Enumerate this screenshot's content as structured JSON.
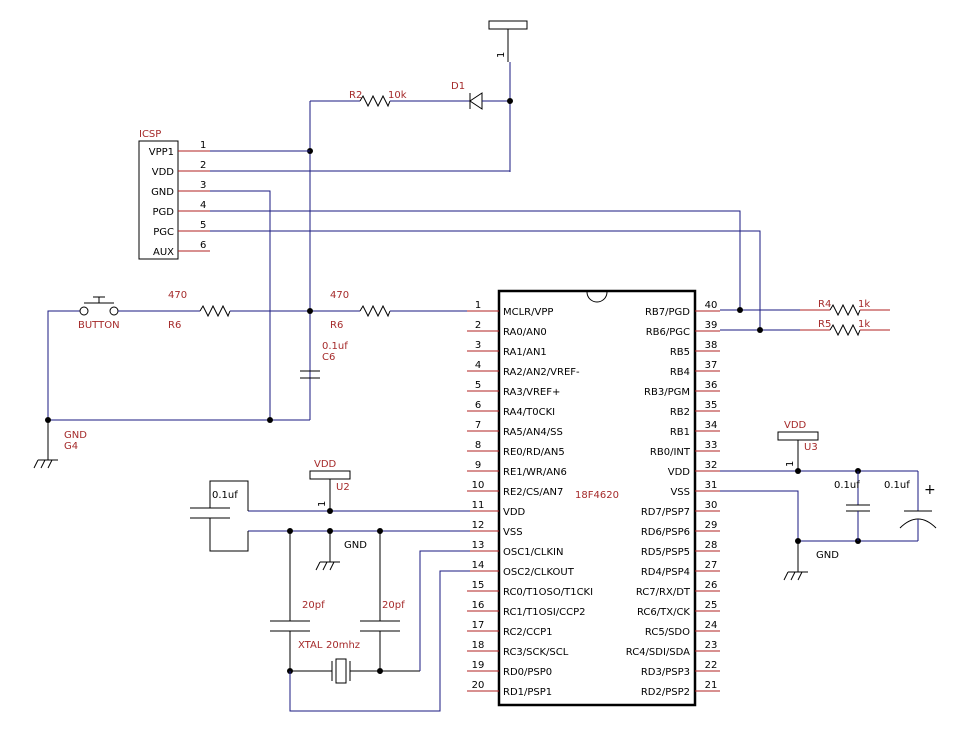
{
  "ic": {
    "part": "18F4620",
    "left_pins": [
      {
        "num": "1",
        "name": "MCLR/VPP"
      },
      {
        "num": "2",
        "name": "RA0/AN0"
      },
      {
        "num": "3",
        "name": "RA1/AN1"
      },
      {
        "num": "4",
        "name": "RA2/AN2/VREF-"
      },
      {
        "num": "5",
        "name": "RA3/VREF+"
      },
      {
        "num": "6",
        "name": "RA4/T0CKI"
      },
      {
        "num": "7",
        "name": "RA5/AN4/SS"
      },
      {
        "num": "8",
        "name": "RE0/RD/AN5"
      },
      {
        "num": "9",
        "name": "RE1/WR/AN6"
      },
      {
        "num": "10",
        "name": "RE2/CS/AN7"
      },
      {
        "num": "11",
        "name": "VDD"
      },
      {
        "num": "12",
        "name": "VSS"
      },
      {
        "num": "13",
        "name": "OSC1/CLKIN"
      },
      {
        "num": "14",
        "name": "OSC2/CLKOUT"
      },
      {
        "num": "15",
        "name": "RC0/T1OSO/T1CKI"
      },
      {
        "num": "16",
        "name": "RC1/T1OSI/CCP2"
      },
      {
        "num": "17",
        "name": "RC2/CCP1"
      },
      {
        "num": "18",
        "name": "RC3/SCK/SCL"
      },
      {
        "num": "19",
        "name": "RD0/PSP0"
      },
      {
        "num": "20",
        "name": "RD1/PSP1"
      }
    ],
    "right_pins": [
      {
        "num": "40",
        "name": "RB7/PGD"
      },
      {
        "num": "39",
        "name": "RB6/PGC"
      },
      {
        "num": "38",
        "name": "RB5"
      },
      {
        "num": "37",
        "name": "RB4"
      },
      {
        "num": "36",
        "name": "RB3/PGM"
      },
      {
        "num": "35",
        "name": "RB2"
      },
      {
        "num": "34",
        "name": "RB1"
      },
      {
        "num": "33",
        "name": "RB0/INT"
      },
      {
        "num": "32",
        "name": "VDD"
      },
      {
        "num": "31",
        "name": "VSS"
      },
      {
        "num": "30",
        "name": "RD7/PSP7"
      },
      {
        "num": "29",
        "name": "RD6/PSP6"
      },
      {
        "num": "28",
        "name": "RD5/PSP5"
      },
      {
        "num": "27",
        "name": "RD4/PSP4"
      },
      {
        "num": "26",
        "name": "RC7/RX/DT"
      },
      {
        "num": "25",
        "name": "RC6/TX/CK"
      },
      {
        "num": "24",
        "name": "RC5/SDO"
      },
      {
        "num": "23",
        "name": "RC4/SDI/SDA"
      },
      {
        "num": "22",
        "name": "RD3/PSP3"
      },
      {
        "num": "21",
        "name": "RD2/PSP2"
      }
    ]
  },
  "icsp": {
    "title": "ICSP",
    "pins": [
      {
        "num": "1",
        "name": "VPP1"
      },
      {
        "num": "2",
        "name": "VDD"
      },
      {
        "num": "3",
        "name": "GND"
      },
      {
        "num": "4",
        "name": "PGD"
      },
      {
        "num": "5",
        "name": "PGC"
      },
      {
        "num": "6",
        "name": "AUX"
      }
    ]
  },
  "components": {
    "r2": {
      "ref": "R2",
      "value": "10k"
    },
    "d1": {
      "ref": "D1"
    },
    "top_supply_pin": "1",
    "button": {
      "label": "BUTTON"
    },
    "r6_left": {
      "ref": "R6",
      "value": "470"
    },
    "r6_right": {
      "ref": "R6",
      "value": "470"
    },
    "c6": {
      "ref": "C6",
      "value": "0.1uf"
    },
    "g4": {
      "net": "GND",
      "ref": "G4"
    },
    "r4": {
      "ref": "R4",
      "value": "1k"
    },
    "r5": {
      "ref": "R5",
      "value": "1k"
    },
    "u2": {
      "net": "VDD",
      "ref": "U2",
      "pin": "1"
    },
    "u3": {
      "net": "VDD",
      "ref": "U3",
      "pin": "1"
    },
    "c_left": {
      "value": "0.1uf"
    },
    "gnd_center": {
      "net": "GND"
    },
    "gnd_right": {
      "net": "GND"
    },
    "c20_left": {
      "value": "20pf"
    },
    "c20_right": {
      "value": "20pf"
    },
    "xtal": {
      "ref": "XTAL",
      "value": "20mhz"
    },
    "c_right1": {
      "value": "0.1uf"
    },
    "c_right2": {
      "value": "0.1uf"
    },
    "polarity": "+"
  }
}
